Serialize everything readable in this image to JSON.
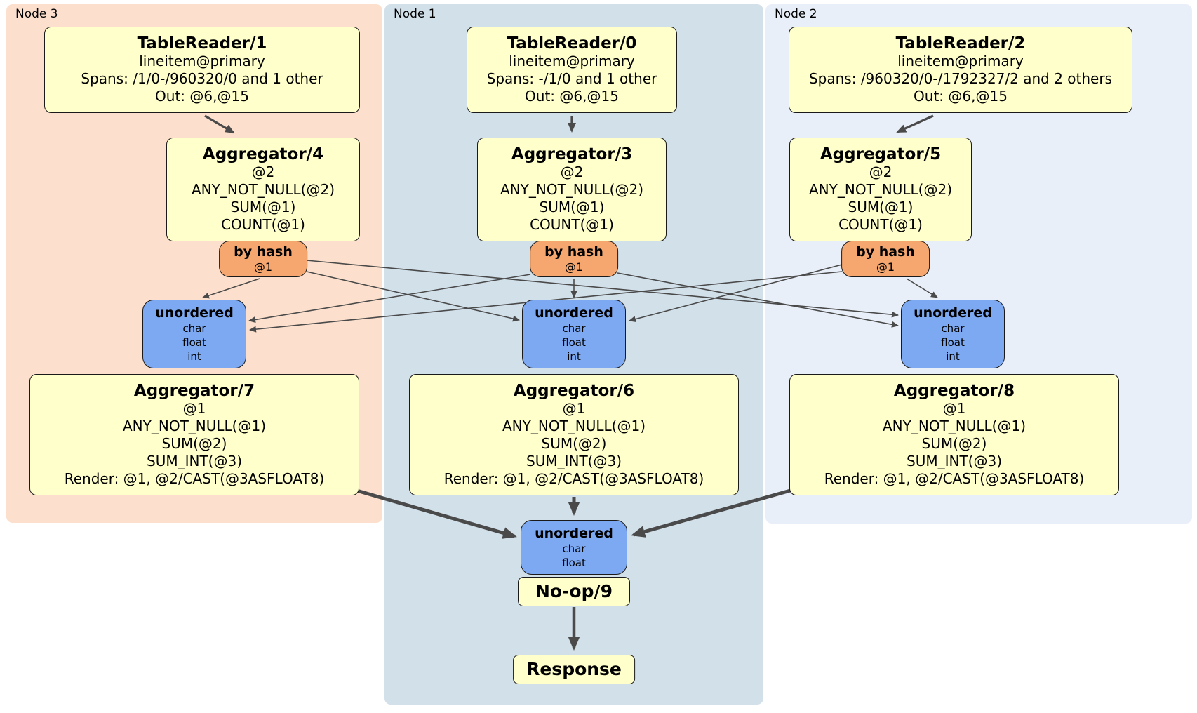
{
  "colors": {
    "node3-bg": "#FCE0CD",
    "node1-bg": "#D2E0EA",
    "node2-bg": "#E9EFF9",
    "box-bg": "#FFFFCC",
    "router-bg": "#F5A76F",
    "sync-bg": "#7DA9F2",
    "box-border": "#1A1A1A",
    "edge": "#4A4A4A"
  },
  "nodes": {
    "node3": {
      "label": "Node 3",
      "table_reader": {
        "title": "TableReader/1",
        "lines": [
          "lineitem@primary",
          "Spans: /1/0-/960320/0 and 1 other",
          "Out: @6,@15"
        ]
      },
      "aggregator_top": {
        "title": "Aggregator/4",
        "lines": [
          "@2",
          "ANY_NOT_NULL(@2)",
          "SUM(@1)",
          "COUNT(@1)"
        ]
      },
      "router": {
        "title": "by hash",
        "lines": [
          "@1"
        ]
      },
      "sync": {
        "title": "unordered",
        "lines": [
          "char",
          "float",
          "int"
        ]
      },
      "aggregator_bottom": {
        "title": "Aggregator/7",
        "lines": [
          "@1",
          "ANY_NOT_NULL(@1)",
          "SUM(@2)",
          "SUM_INT(@3)",
          "Render: @1, @2/CAST(@3ASFLOAT8)"
        ]
      }
    },
    "node1": {
      "label": "Node 1",
      "table_reader": {
        "title": "TableReader/0",
        "lines": [
          "lineitem@primary",
          "Spans: -/1/0 and 1 other",
          "Out: @6,@15"
        ]
      },
      "aggregator_top": {
        "title": "Aggregator/3",
        "lines": [
          "@2",
          "ANY_NOT_NULL(@2)",
          "SUM(@1)",
          "COUNT(@1)"
        ]
      },
      "router": {
        "title": "by hash",
        "lines": [
          "@1"
        ]
      },
      "sync": {
        "title": "unordered",
        "lines": [
          "char",
          "float",
          "int"
        ]
      },
      "aggregator_bottom": {
        "title": "Aggregator/6",
        "lines": [
          "@1",
          "ANY_NOT_NULL(@1)",
          "SUM(@2)",
          "SUM_INT(@3)",
          "Render: @1, @2/CAST(@3ASFLOAT8)"
        ]
      }
    },
    "node2": {
      "label": "Node 2",
      "table_reader": {
        "title": "TableReader/2",
        "lines": [
          "lineitem@primary",
          "Spans: /960320/0-/1792327/2 and 2 others",
          "Out: @6,@15"
        ]
      },
      "aggregator_top": {
        "title": "Aggregator/5",
        "lines": [
          "@2",
          "ANY_NOT_NULL(@2)",
          "SUM(@1)",
          "COUNT(@1)"
        ]
      },
      "router": {
        "title": "by hash",
        "lines": [
          "@1"
        ]
      },
      "sync": {
        "title": "unordered",
        "lines": [
          "char",
          "float",
          "int"
        ]
      },
      "aggregator_bottom": {
        "title": "Aggregator/8",
        "lines": [
          "@1",
          "ANY_NOT_NULL(@1)",
          "SUM(@2)",
          "SUM_INT(@3)",
          "Render: @1, @2/CAST(@3ASFLOAT8)"
        ]
      }
    }
  },
  "final": {
    "sync": {
      "title": "unordered",
      "lines": [
        "char",
        "float"
      ]
    },
    "noop": {
      "title": "No-op/9"
    },
    "response": {
      "title": "Response"
    }
  }
}
